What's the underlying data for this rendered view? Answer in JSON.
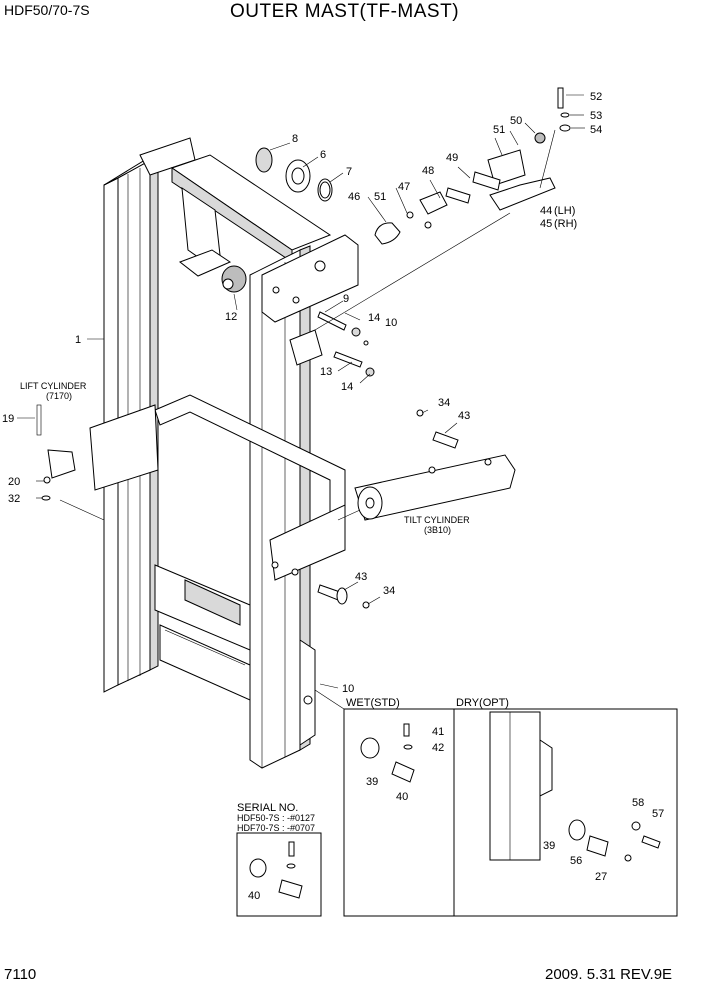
{
  "header": {
    "model": "HDF50/70-7S",
    "title": "OUTER MAST(TF-MAST)"
  },
  "footer": {
    "page": "7110",
    "date_rev": "2009. 5.31  REV.9E"
  },
  "labels": {
    "lift_cylinder": "LIFT CYLINDER",
    "lift_cylinder_ref": "(7170)",
    "tilt_cylinder": "TILT CYLINDER",
    "tilt_cylinder_ref": "(3B10)",
    "wet": "WET(STD)",
    "dry": "DRY(OPT)",
    "serial_no": "SERIAL NO.",
    "serial_50": "HDF50-7S : -#0127",
    "serial_70": "HDF70-7S : -#0707"
  },
  "callouts": {
    "c1": "1",
    "c6": "6",
    "c7": "7",
    "c8": "8",
    "c9": "9",
    "c10a": "10",
    "c10b": "10",
    "c12": "12",
    "c13": "13",
    "c14a": "14",
    "c14b": "14",
    "c19": "19",
    "c20": "20",
    "c32": "32",
    "c27": "27",
    "c34a": "34",
    "c34b": "34",
    "c39a": "39",
    "c39b": "39",
    "c40a": "40",
    "c40b": "40",
    "c41": "41",
    "c42": "42",
    "c43a": "43",
    "c43b": "43",
    "c44": "44",
    "c44s": "(LH)",
    "c45": "45",
    "c45s": "(RH)",
    "c46": "46",
    "c47": "47",
    "c48": "48",
    "c49": "49",
    "c50": "50",
    "c51a": "51",
    "c51b": "51",
    "c52": "52",
    "c53": "53",
    "c54": "54",
    "c56": "56",
    "c57": "57",
    "c58": "58"
  }
}
